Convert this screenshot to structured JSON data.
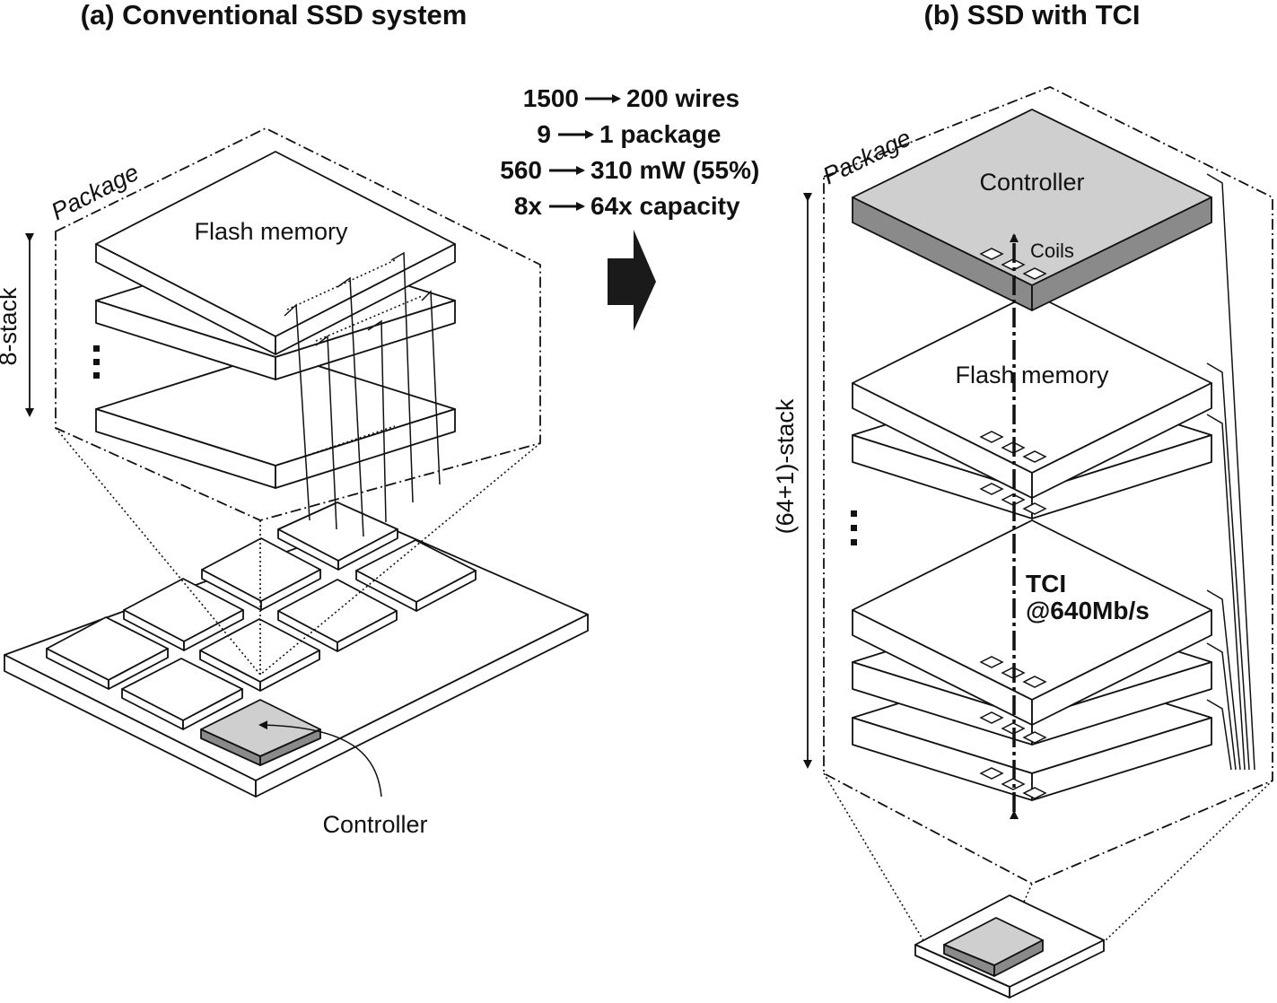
{
  "panel_a": {
    "title": "(a) Conventional SSD system",
    "package_label": "Package",
    "flash_label": "Flash memory",
    "stack_label": "8-stack",
    "controller_label": "Controller"
  },
  "comparison": {
    "lines": [
      {
        "from": "1500",
        "to": "200 wires"
      },
      {
        "from": "9",
        "to": "1 package"
      },
      {
        "from": "560",
        "to": "310 mW (55%)"
      },
      {
        "from": "8x",
        "to": "64x capacity"
      }
    ]
  },
  "panel_b": {
    "title": "(b) SSD with TCI",
    "package_label": "Package",
    "controller_label": "Controller",
    "coils_label": "Coils",
    "flash_label": "Flash memory",
    "stack_label": "(64+1)-stack",
    "tci_label": "TCI",
    "rate_label": "@640Mb/s"
  },
  "colors": {
    "controller_top": "#cfcfcf",
    "controller_side": "#8a8a8a",
    "outline": "#111111"
  }
}
